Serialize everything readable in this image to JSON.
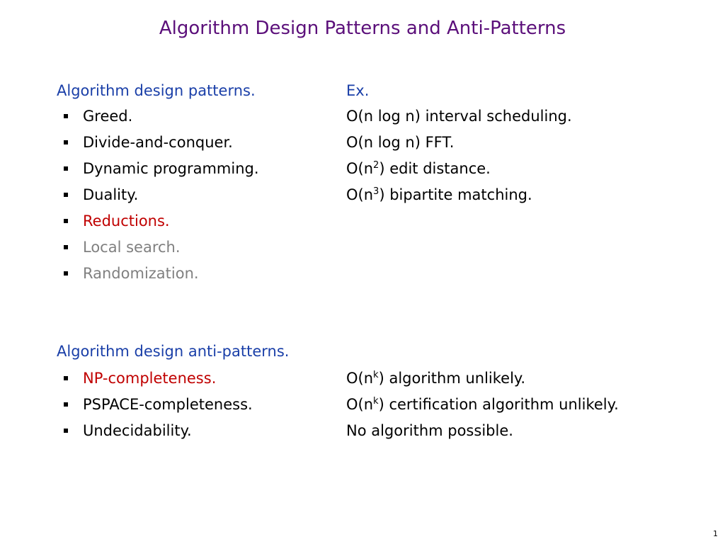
{
  "title": "Algorithm Design Patterns and Anti-Patterns",
  "patterns": {
    "heading": "Algorithm design patterns.",
    "example_heading": "Ex.",
    "items": [
      {
        "label": "Greed.",
        "color": "#000000",
        "ex_before": "O(n log n) interval scheduling.",
        "ex_sup": "",
        "ex_after": ""
      },
      {
        "label": "Divide-and-conquer.",
        "color": "#000000",
        "ex_before": "O(n log n) FFT.",
        "ex_sup": "",
        "ex_after": ""
      },
      {
        "label": "Dynamic programming.",
        "color": "#000000",
        "ex_before": "O(n",
        "ex_sup": "2",
        "ex_after": ") edit distance."
      },
      {
        "label": "Duality.",
        "color": "#000000",
        "ex_before": "O(n",
        "ex_sup": "3",
        "ex_after": ") bipartite matching."
      },
      {
        "label": "Reductions.",
        "color": "#c00000",
        "ex_before": "",
        "ex_sup": "",
        "ex_after": ""
      },
      {
        "label": "Local search.",
        "color": "#808080",
        "ex_before": "",
        "ex_sup": "",
        "ex_after": ""
      },
      {
        "label": "Randomization.",
        "color": "#808080",
        "ex_before": "",
        "ex_sup": "",
        "ex_after": ""
      }
    ]
  },
  "anti_patterns": {
    "heading": "Algorithm design anti-patterns.",
    "items": [
      {
        "label": "NP-completeness.",
        "color": "#c00000",
        "ex_before": "O(n",
        "ex_sup": "k",
        "ex_after": ") algorithm unlikely."
      },
      {
        "label": "PSPACE-completeness.",
        "color": "#000000",
        "ex_before": "O(n",
        "ex_sup": "k",
        "ex_after": ") certification algorithm unlikely."
      },
      {
        "label": "Undecidability.",
        "color": "#000000",
        "ex_before": "No algorithm possible.",
        "ex_sup": "",
        "ex_after": ""
      }
    ]
  },
  "page_number": "1",
  "colors": {
    "title": "#5b0f7a",
    "heading": "#1a3fa8",
    "text": "#000000",
    "highlight": "#c00000",
    "muted": "#808080"
  }
}
